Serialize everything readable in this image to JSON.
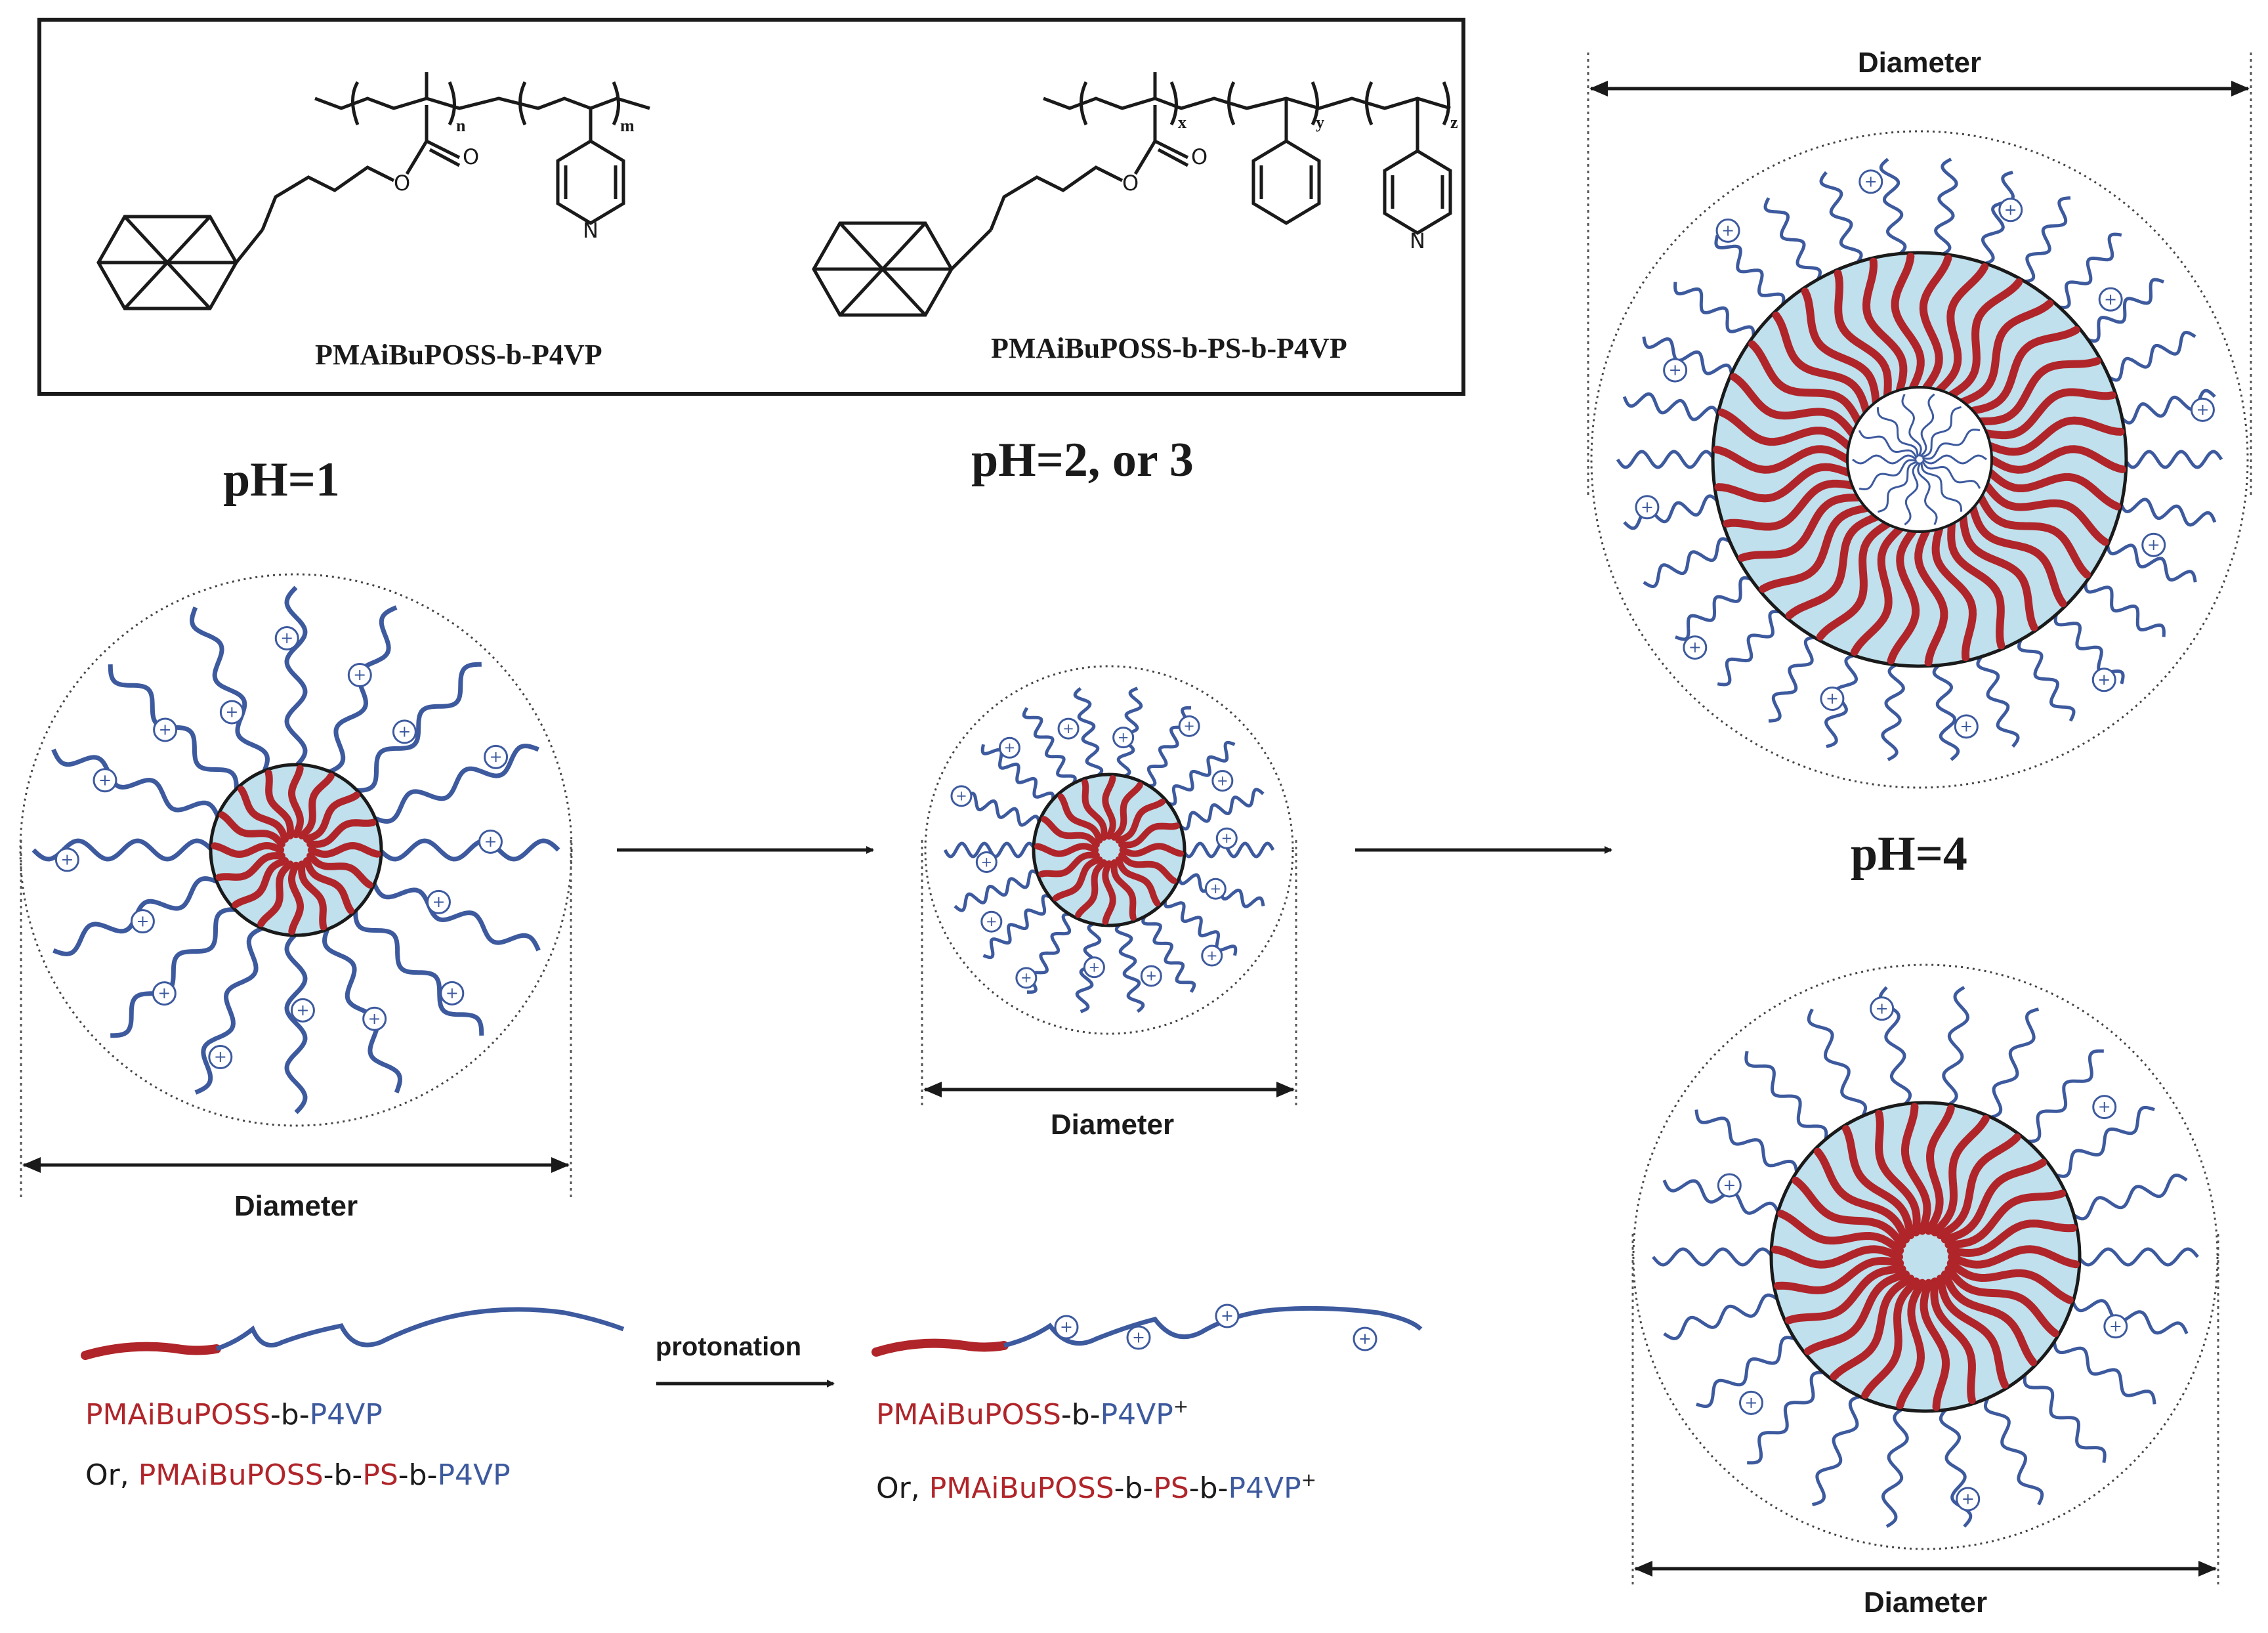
{
  "colors": {
    "hydrophobic": "#b0252a",
    "hydrophilic": "#3d5a9e",
    "core_fill": "#bfe0ec",
    "outline": "#1a1a1a",
    "guide": "#555555"
  },
  "structures": {
    "diblock": {
      "name": "PMAiBuPOSS-b-P4VP",
      "sub_n": "n",
      "sub_m": "m",
      "carbonyl_o": "O",
      "ester_o": "O",
      "nitrogen": "N"
    },
    "triblock": {
      "name": "PMAiBuPOSS-b-PS-b-P4VP",
      "sub_x": "x",
      "sub_y": "y",
      "sub_z": "z",
      "carbonyl_o": "O",
      "ester_o": "O",
      "nitrogen": "N"
    }
  },
  "conditions": {
    "ph1": "pH=1",
    "ph23": "pH=2, or 3",
    "ph4": "pH=4"
  },
  "micelles": {
    "ph1": {
      "diameter_label": "Diameter"
    },
    "ph23": {
      "diameter_label": "Diameter"
    },
    "ph4_vesicle": {
      "diameter_label": "Diameter"
    },
    "ph4_large": {
      "diameter_label": "Diameter"
    }
  },
  "charge_symbol": "+",
  "legend": {
    "arrow_label": "protonation",
    "neutral": {
      "line1": {
        "a": "PMAiBuPOSS",
        "b": "-b-",
        "c": "P4VP"
      },
      "line2": {
        "or": "Or, ",
        "a": "PMAiBuPOSS",
        "b": "-b-",
        "c": "PS",
        "d": "-b-",
        "e": "P4VP"
      }
    },
    "protonated": {
      "line1": {
        "a": "PMAiBuPOSS",
        "b": "-b-",
        "c": "P4VP",
        "sup": "+"
      },
      "line2": {
        "or": "Or, ",
        "a": "PMAiBuPOSS",
        "b": "-b-",
        "c": "PS",
        "d": "-b-",
        "e": "P4VP",
        "sup": "+"
      }
    }
  }
}
